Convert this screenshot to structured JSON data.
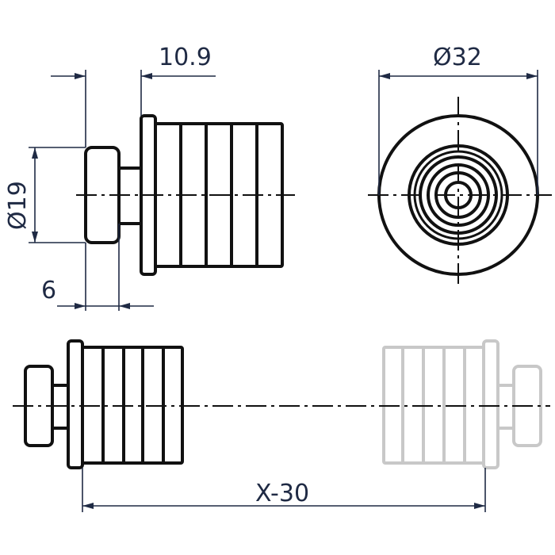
{
  "dimensions": {
    "length_flange": "10.9",
    "diameter_outer": "Ø32",
    "diameter_head": "Ø19",
    "head_thickness": "6",
    "spacing": "X-30"
  },
  "colors": {
    "line": "#111111",
    "dimension": "#1f2a44",
    "ghost": "#c8c8c8"
  }
}
